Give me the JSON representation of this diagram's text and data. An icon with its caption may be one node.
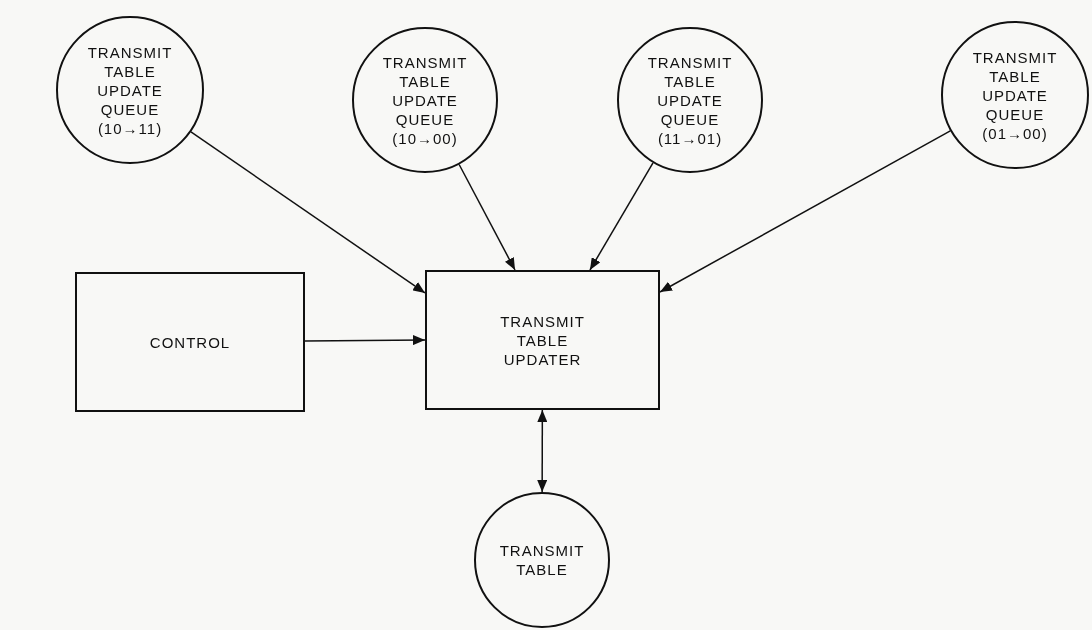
{
  "diagram": {
    "nodes": [
      {
        "text": [
          "TRANSMIT TABLE UPDATE QUEUE (10→11)"
        ]
      },
      {
        "text": [
          "TRANSMIT TABLE UPDATE QUEUE (10→00)"
        ]
      },
      {
        "text": [
          "TRANSMIT TABLE UPDATE QUEUE (11→01)"
        ]
      },
      {
        "text": [
          "TRANSMIT TABLE UPDATE QUEUE (01→00)"
        ]
      },
      {
        "text": [
          "CONTROL"
        ]
      },
      {
        "text": [
          "TRANSMIT TABLE UPDATER"
        ]
      },
      {
        "text": [
          "TRANSMIT TABLE"
        ]
      }
    ],
    "edges": [
      {
        "from": 0,
        "to": 5,
        "arrow": "to"
      },
      {
        "from": 1,
        "to": 5,
        "arrow": "to"
      },
      {
        "from": 2,
        "to": 5,
        "arrow": "to"
      },
      {
        "from": 3,
        "to": 5,
        "arrow": "to"
      },
      {
        "from": 4,
        "to": 5,
        "arrow": "to"
      },
      {
        "from": 5,
        "to": 6,
        "arrow": "both"
      }
    ]
  }
}
